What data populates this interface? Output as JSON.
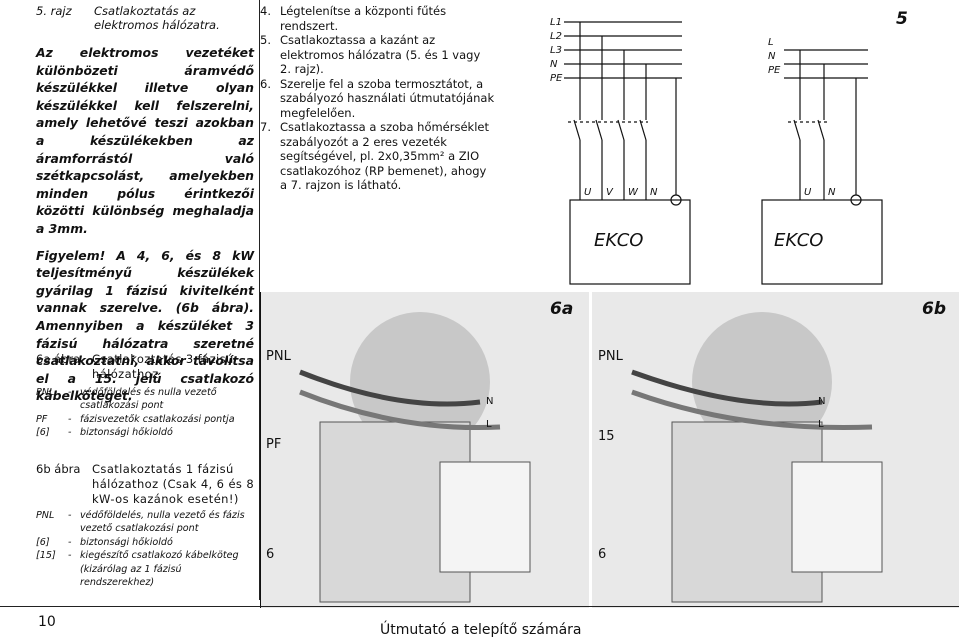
{
  "left_top": {
    "num": "5. rajz",
    "text": "Csatlakoztatás az elektromos hálózatra."
  },
  "warning": {
    "paragraph1": "Az elektromos vezetéket különbözeti áramvédő készülékkel illetve olyan készülékkel kell felszerelni, amely lehetővé teszi azokban a készülékekben az áramforrástól való szétkapcsolást, amelyekben minden pólus érintkezői közötti különbség meghaladja a 3mm.",
    "paragraph2": "Figyelem! A 4, 6, és 8 kW teljesítményű készülékek gyárilag 1 fázisú kivitelként vannak szerelve. (6b ábra). Amennyiben a készüléket 3 fázisú hálózatra szeretné csatlakoztatni, akkor távolítsa el a 15. jelű csatlakozó kábelköteget."
  },
  "fig6a_caption": {
    "label": "6a ábra",
    "title": "Csatlakoztatás 3 fázisú hálózathoz",
    "legend": [
      {
        "key": "PNL",
        "dash": "-",
        "text": "védőföldelés és nulla vezető csatlakozási pont"
      },
      {
        "key": "PF",
        "dash": "-",
        "text": "fázisvezetők csatlakozási pontja"
      },
      {
        "key": "[6]",
        "dash": "-",
        "text": "biztonsági hőkioldó"
      }
    ]
  },
  "fig6b_caption": {
    "label": "6b ábra",
    "title": "Csatlakoztatás 1 fázisú hálózathoz (Csak 4, 6 és 8 kW-os kazánok esetén!)",
    "legend": [
      {
        "key": "PNL",
        "dash": "-",
        "text": "védőföldelés, nulla vezető és fázis vezető csatlakozási pont"
      },
      {
        "key": "[6]",
        "dash": "-",
        "text": "biztonsági hőkioldó"
      },
      {
        "key": "[15]",
        "dash": "-",
        "text": "kiegészítő csatlakozó kábelköteg (kizárólag az 1 fázisú rendszerekhez)"
      }
    ]
  },
  "steps": [
    {
      "num": "4.",
      "text": "Légtelenítse a központi fűtés rendszert."
    },
    {
      "num": "5.",
      "text": "Csatlakoztassa a kazánt az elektromos hálózatra (5. és 1 vagy 2. rajz)."
    },
    {
      "num": "6.",
      "text": "Szerelje fel a szoba termosztátot, a szabályozó használati útmutatójának megfelelően."
    },
    {
      "num": "7.",
      "text": "Csatlakoztassa a szoba hőmérséklet szabályozót a 2 eres vezeték segítségével, pl. 2x0,35mm² a ZIO csatlakozóhoz (RP bemenet), ahogy a 7. rajzon is látható."
    }
  ],
  "wiring": {
    "fig_number": "5",
    "left": {
      "lines": [
        "L1",
        "L2",
        "L3",
        "N",
        "PE"
      ],
      "terminals": [
        "U",
        "V",
        "W",
        "N"
      ],
      "brand": "EKCO"
    },
    "right": {
      "lines": [
        "L",
        "N",
        "PE"
      ],
      "terminals": [
        "U",
        "N"
      ],
      "brand": "EKCO"
    }
  },
  "photos": {
    "a": {
      "title": "6a",
      "labels": [
        "PNL",
        "PF",
        "6"
      ],
      "wire_labels": [
        "N",
        "L"
      ]
    },
    "b": {
      "title": "6b",
      "labels": [
        "PNL",
        "15",
        "6"
      ],
      "wire_labels": [
        "N",
        "L"
      ]
    }
  },
  "footer": {
    "page": "10",
    "title": "Útmutató a telepítő számára"
  }
}
